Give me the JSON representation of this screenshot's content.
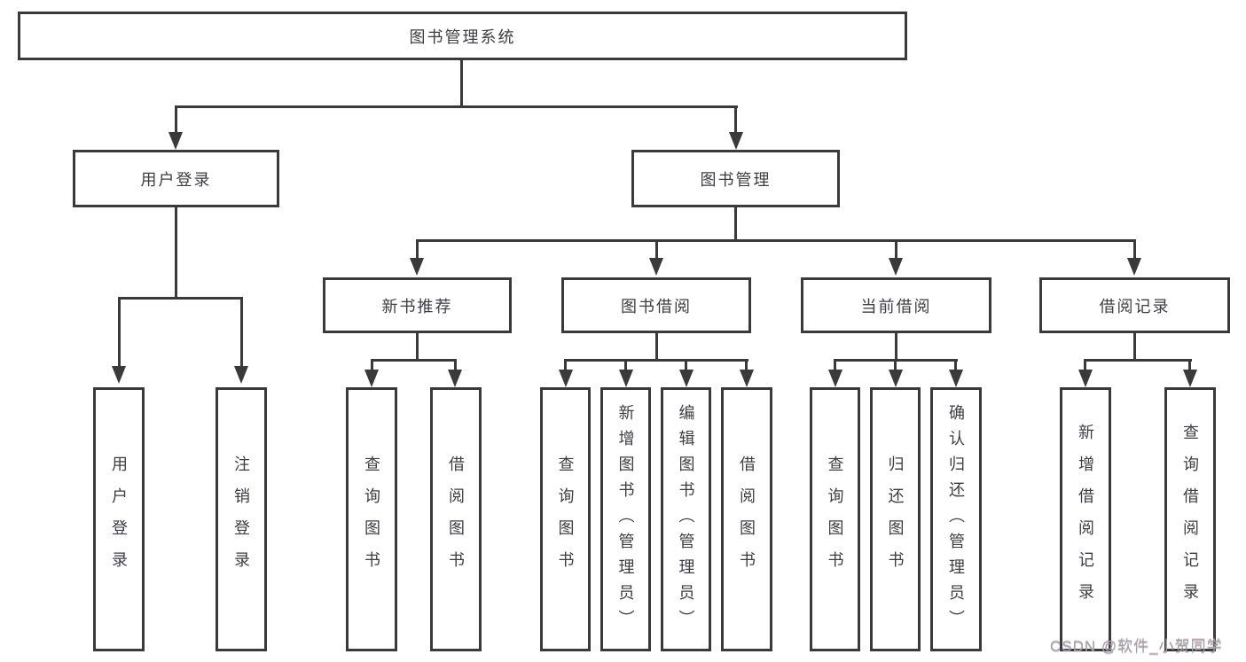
{
  "diagram": {
    "root": "图书管理系统",
    "level2": [
      "用户登录",
      "图书管理"
    ],
    "level3": [
      "新书推荐",
      "图书借阅",
      "当前借阅",
      "借阅记录"
    ],
    "leaves": [
      "用户登录",
      "注销登录",
      "查询图书",
      "借阅图书",
      "查询图书",
      "新增图书（管理员）",
      "编辑图书（管理员）",
      "借阅图书",
      "查询图书",
      "归还图书",
      "确认归还（管理员）",
      "新增借阅记录",
      "查询借阅记录"
    ],
    "tree": {
      "图书管理系统": {
        "用户登录": [
          "用户登录",
          "注销登录"
        ],
        "图书管理": {
          "新书推荐": [
            "查询图书",
            "借阅图书"
          ],
          "图书借阅": [
            "查询图书",
            "新增图书（管理员）",
            "编辑图书（管理员）",
            "借阅图书"
          ],
          "当前借阅": [
            "查询图书",
            "归还图书",
            "确认归还（管理员）"
          ],
          "借阅记录": [
            "新增借阅记录",
            "查询借阅记录"
          ]
        }
      }
    }
  },
  "watermark": "CSDN @软件_小贺同学",
  "colors": {
    "line": "#3a3a3a",
    "text": "#3d3d44",
    "watermark": "#a3a3a3",
    "background": "#ffffff"
  }
}
